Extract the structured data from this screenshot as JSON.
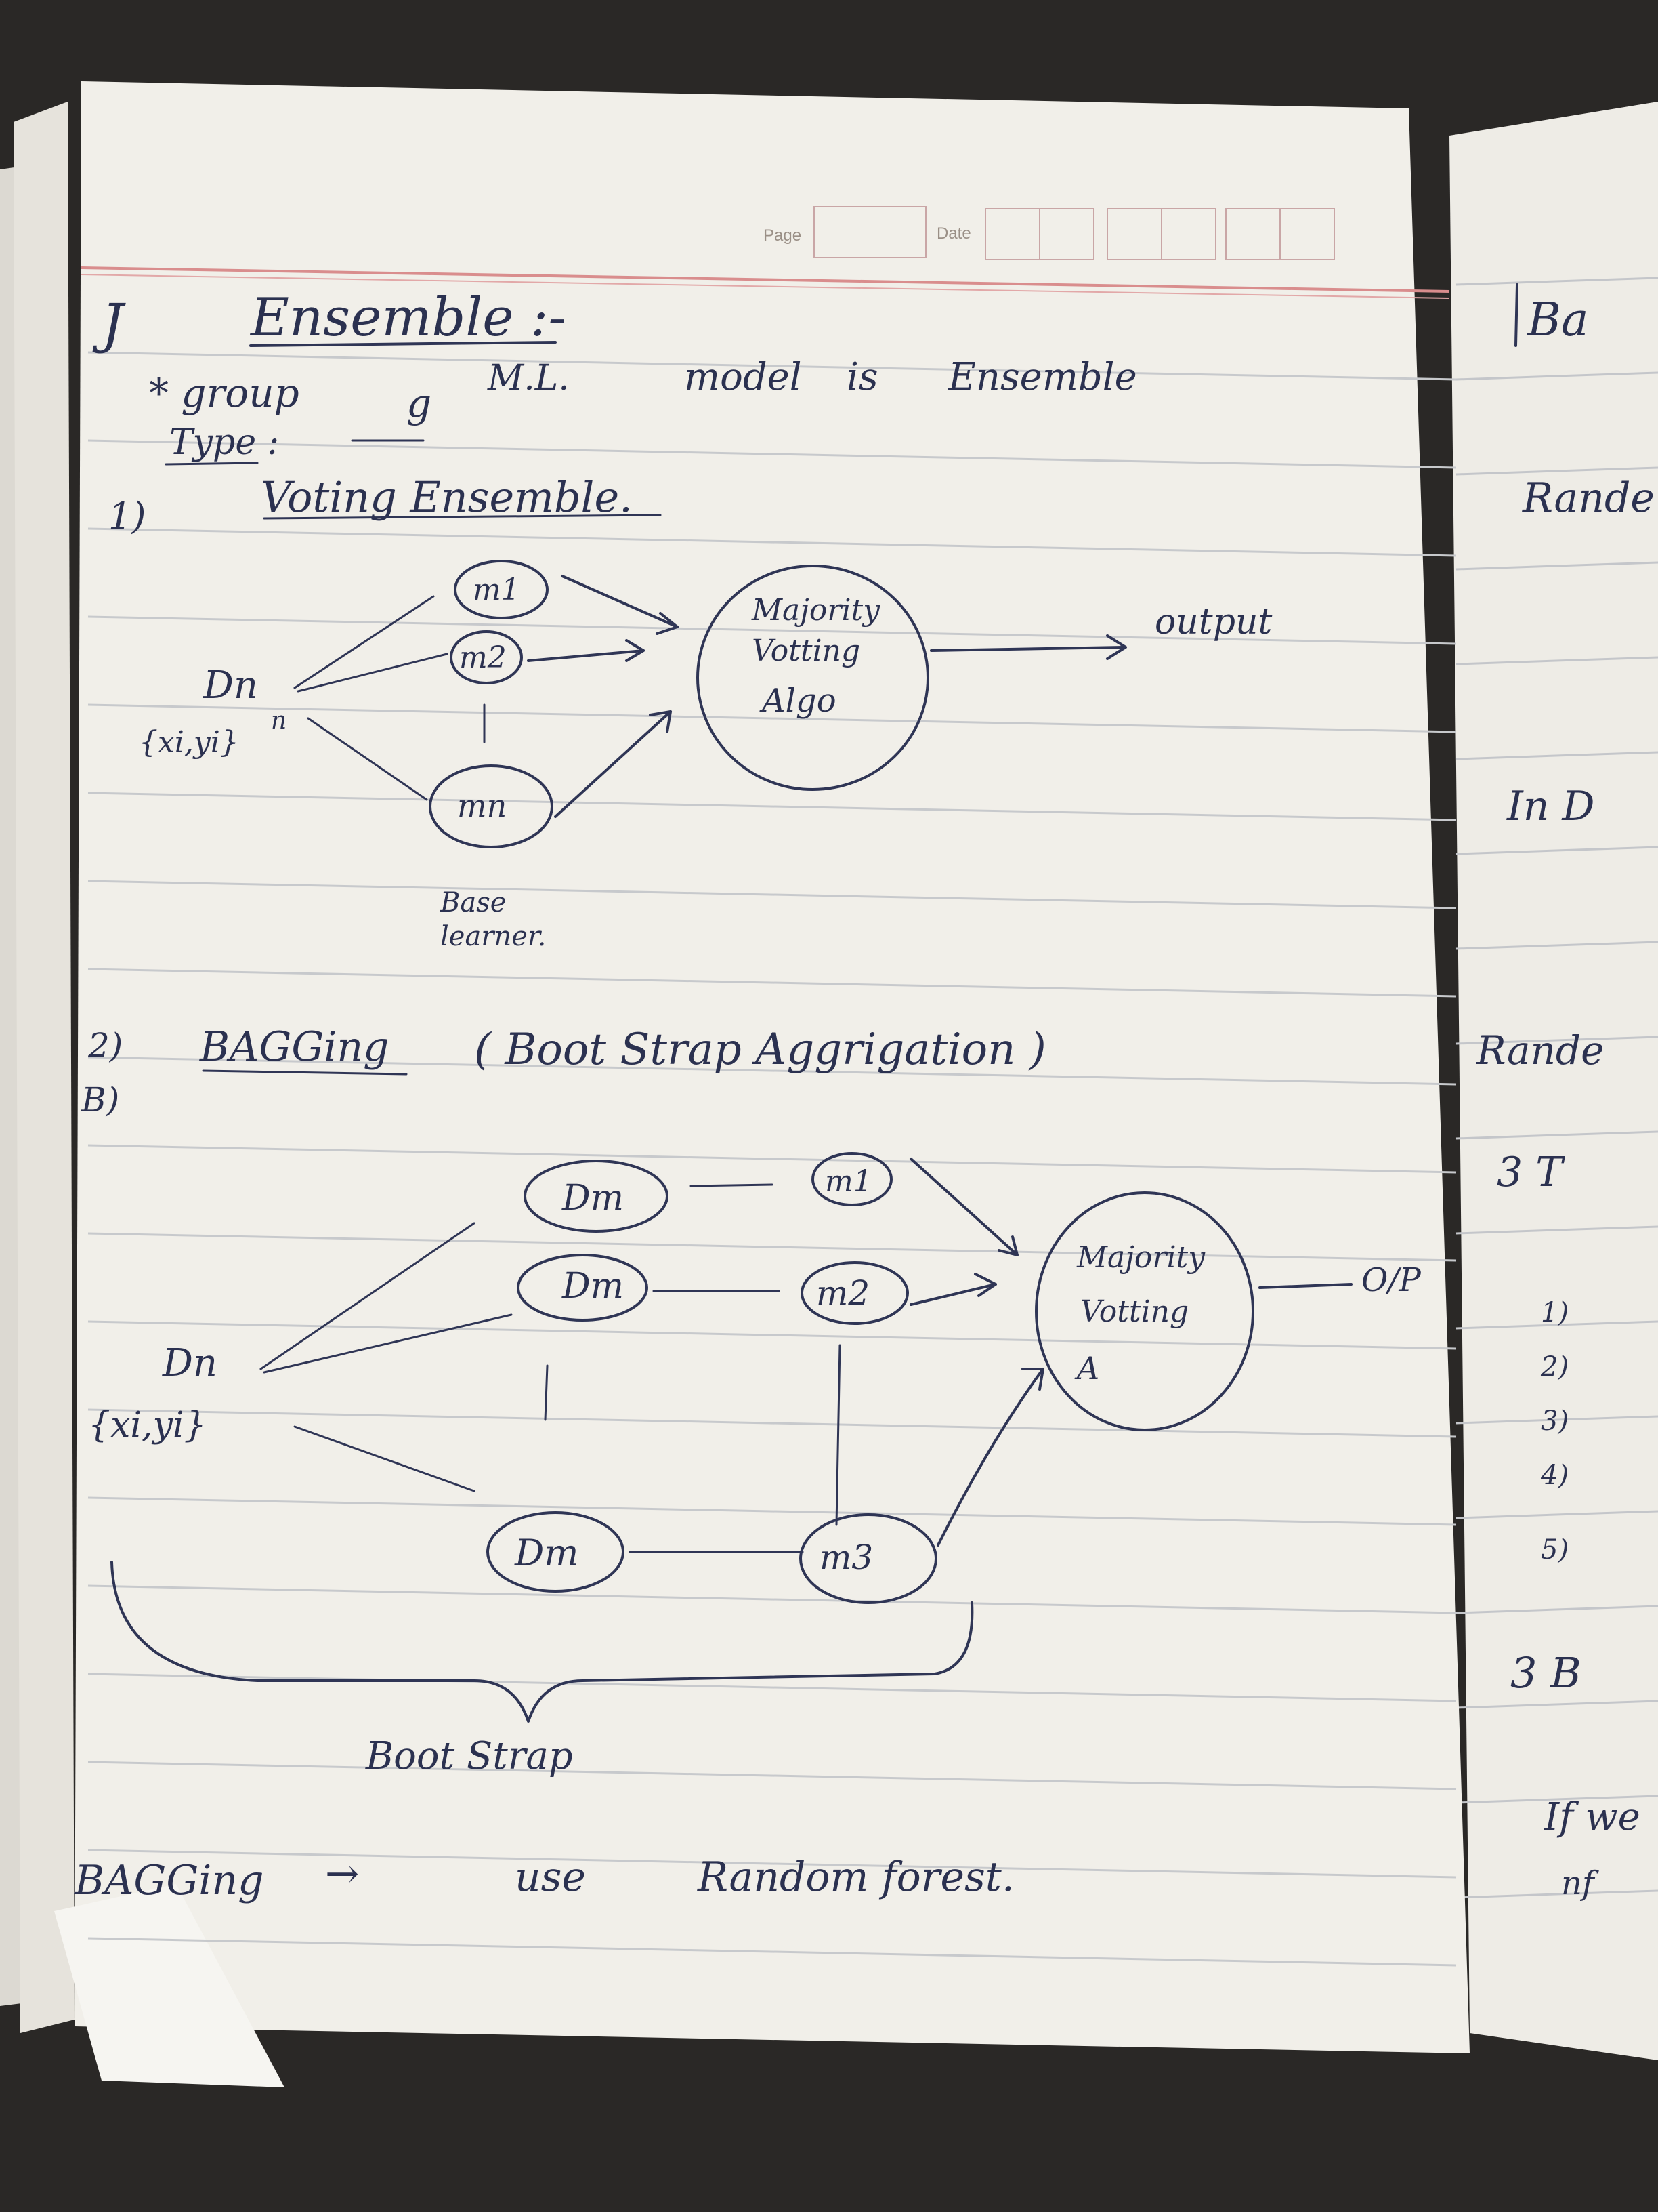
{
  "header": {
    "page_label": "Page",
    "date_label": "Date"
  },
  "title": "Ensemble :-",
  "definition": {
    "part1": "* group",
    "part2": "g",
    "part3": "M.L.",
    "part4": "model",
    "part5": "is",
    "part6": "Ensemble"
  },
  "type_label": "Type :",
  "section1": {
    "number": "1)",
    "heading": "Voting Ensemble.",
    "input_label": "Dn",
    "input_set": "{xi,yi}",
    "superscript": "n",
    "models": [
      "m1",
      "m2",
      "mn"
    ],
    "aggregator": [
      "Majority",
      "Votting",
      "Algo"
    ],
    "output": "output",
    "base_label_1": "Base",
    "base_label_2": "learner."
  },
  "section2": {
    "number": "2)",
    "number_alt": "B)",
    "heading": "BAGGing",
    "subtitle": "( Boot Strap Aggrigation )",
    "input_label": "Dn",
    "input_set": "{xi,yi}",
    "samples": [
      "Dm",
      "Dm",
      "Dm"
    ],
    "models": [
      "m1",
      "m2",
      "m3"
    ],
    "aggregator": [
      "Majority",
      "Votting",
      "A"
    ],
    "output": "O/P",
    "bootstrap_label": "Boot Strap"
  },
  "footer_line": {
    "left": "BAGGing",
    "arrow": "→",
    "middle": "use",
    "right": "Random forest."
  },
  "right_page": {
    "fragments": [
      "Ba",
      "Rande",
      "In D",
      "Rande",
      "3 T",
      "1)",
      "2)",
      "3)",
      "4)",
      "5)",
      "3 B",
      "If we",
      "nf"
    ]
  },
  "colors": {
    "paper": "#f1efe9",
    "ink": "#2f3555",
    "rule": "#c7c9cc",
    "margin_red": "#d98d8d",
    "background": "#2a2826"
  }
}
